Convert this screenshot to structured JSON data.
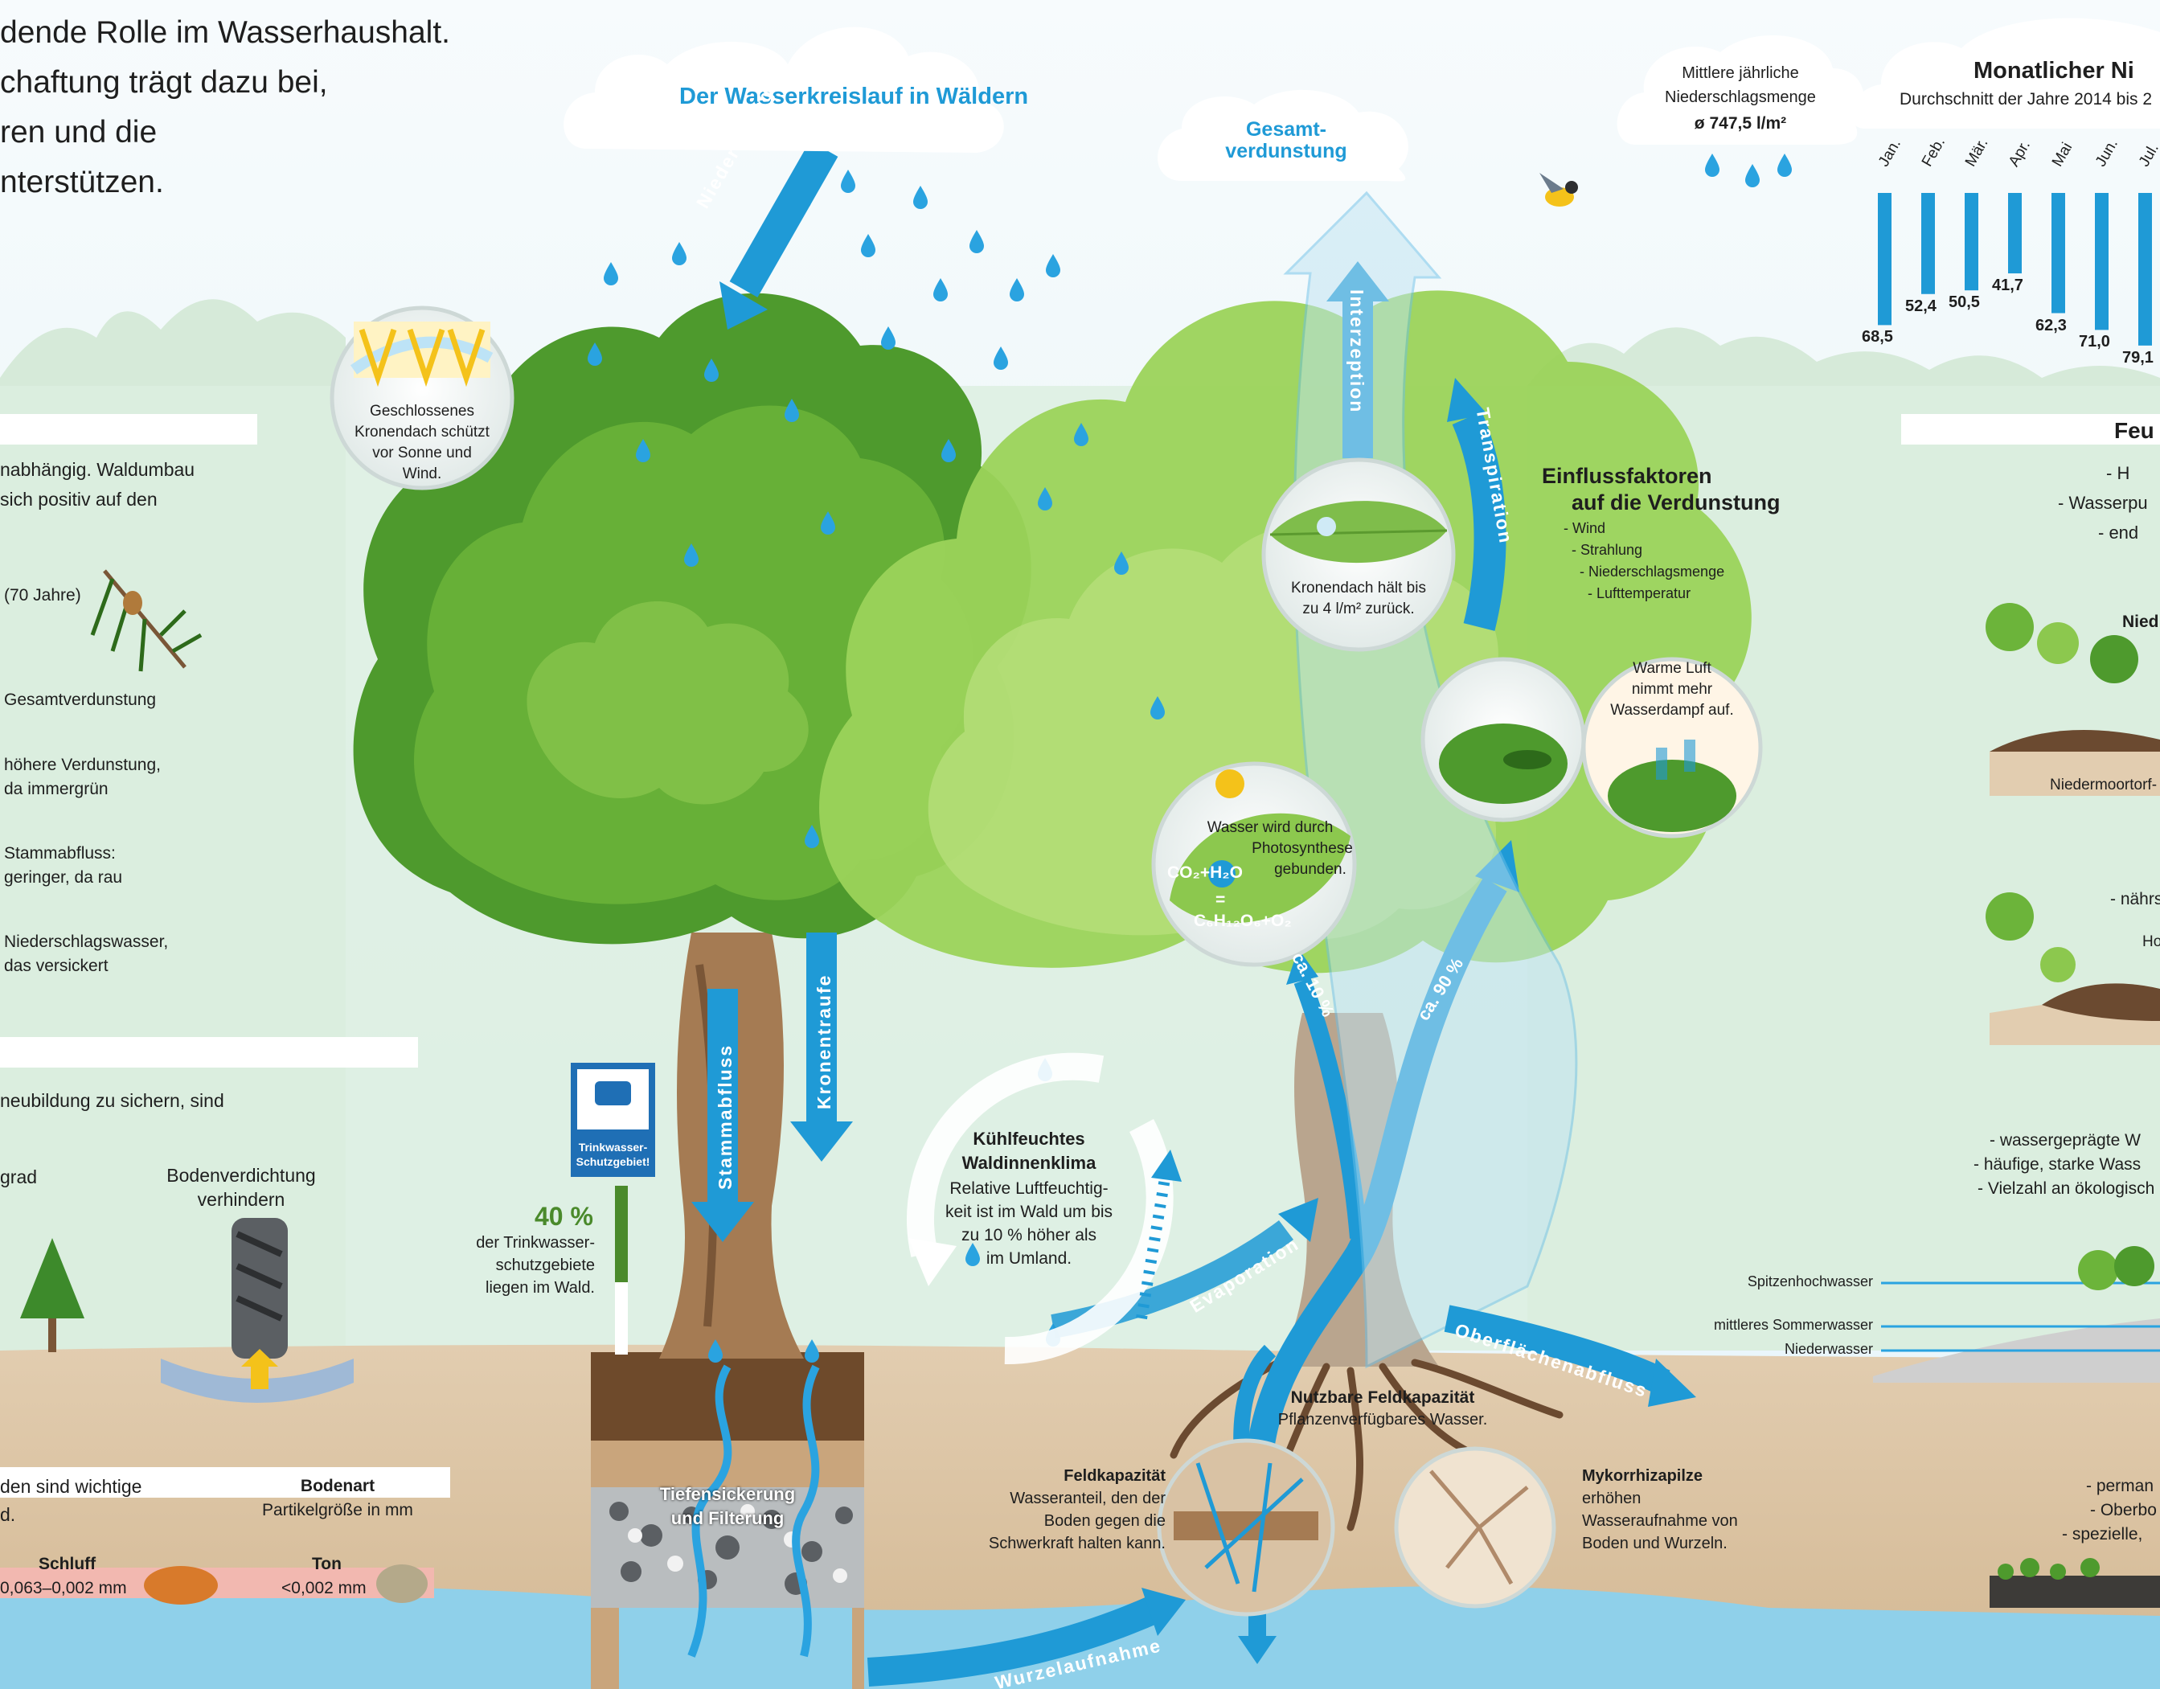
{
  "colors": {
    "water": "#1f9ad6",
    "tree_dark": "#4e9a2d",
    "tree_light": "#9bd35a",
    "soil": "#d9c2a4",
    "sky": "#eaf6fb",
    "accent_green": "#4a8a2b"
  },
  "intro": {
    "line1": "dende Rolle im Wasserhaushalt.",
    "line2": "chaftung trägt dazu bei,",
    "line3": "ren und die",
    "line4": "nterstützen."
  },
  "cloud_main": {
    "title": "Der Wasserkreislauf in Wäldern"
  },
  "cloud_evap": {
    "line1": "Gesamt-",
    "line2": "verdunstung"
  },
  "cloud_precip": {
    "line1": "Mittlere jährliche",
    "line2": "Niederschlagsmenge",
    "value": "ø 747,5 l/m²"
  },
  "monthly": {
    "title": "Monatlicher Ni",
    "subtitle": "Durchschnitt der Jahre 2014 bis 2",
    "months": [
      "Jan.",
      "Feb.",
      "Mär.",
      "Apr.",
      "Mai",
      "Jun.",
      "Jul."
    ],
    "values": [
      "68,5",
      "52,4",
      "50,5",
      "41,7",
      "62,3",
      "71,0",
      "79,1"
    ],
    "bar_values": [
      68.5,
      52.4,
      50.5,
      41.7,
      62.3,
      71.0,
      79.1
    ]
  },
  "flows": {
    "niederschlag": "Niederschlag",
    "stammabfluss": "Stammabfluss",
    "kronentraufe": "Kronentraufe",
    "interzeption": "Interzeption",
    "transpiration": "Transpiration",
    "evaporation": "Evaporation",
    "oberflaechenabfluss": "Oberflächenabfluss",
    "wurzelaufnahme": "Wurzelaufnahme",
    "ca10": "ca. 10 %",
    "ca90": "ca. 90 %"
  },
  "callouts": {
    "kronendach_schutz": [
      "Geschlossenes",
      "Kronendach schützt",
      "vor Sonne und",
      "Wind."
    ],
    "interzeption_info": [
      "Kronendach hält bis",
      "zu 4 l/m² zurück."
    ],
    "photosynthese": [
      "Wasser wird durch",
      "Photosynthese",
      "gebunden."
    ],
    "formula_top": "CO₂+H₂O",
    "formula_eq": "=",
    "formula_bottom": "C₆H₁₂O₆+O₂",
    "warme_luft": [
      "Warme Luft",
      "nimmt mehr",
      "Wasserdampf auf."
    ]
  },
  "einfluss": {
    "title1": "Einflussfaktoren",
    "title2": "auf die Verdunstung",
    "items": [
      "- Wind",
      "- Strahlung",
      "- Niederschlagsmenge",
      "- Lufttemperatur"
    ]
  },
  "klima": {
    "title1": "Kühlfeuchtes",
    "title2": "Waldinnenklima",
    "body": [
      "Relative Luftfeuchtig-",
      "keit ist im Wald um bis",
      "zu 10 % höher als",
      "im Umland."
    ]
  },
  "trinkwasser": {
    "sign": [
      "Trinkwasser-",
      "Schutzgebiet!"
    ],
    "percent": "40 %",
    "body": [
      "der Trinkwasser-",
      "schutzgebiete",
      "liegen im Wald."
    ]
  },
  "soil": {
    "tiefen1": "Tiefensickerung",
    "tiefen2": "und Filterung",
    "nutzbar_title": "Nutzbare Feldkapazität",
    "nutzbar_body": "Pflanzenverfügbares Wasser.",
    "feld_title": "Feldkapazität",
    "feld_body": [
      "Wasseranteil, den der",
      "Boden gegen die",
      "Schwerkraft halten kann."
    ],
    "myko_title": "Mykorrhizapilze",
    "myko_body": [
      "erhöhen",
      "Wasseraufnahme von",
      "Boden und Wurzeln."
    ]
  },
  "left": {
    "p1": [
      "nabhängig. Waldumbau",
      "sich positiv auf den"
    ],
    "jahre": "(70 Jahre)",
    "gesamt": "Gesamtverdunstung",
    "hoehere": [
      "höhere Verdunstung,",
      "da immergrün"
    ],
    "stamm": [
      "Stammabfluss:",
      "geringer, da rau"
    ],
    "nieder": [
      "Niederschlagswasser,",
      "das versickert"
    ],
    "neubildung": "neubildung zu sichern, sind",
    "grad": "grad",
    "verdichtung": [
      "Bodenverdichtung",
      "verhindern"
    ],
    "boden_sind": [
      "den sind wichtige",
      "d."
    ],
    "bodenart_title": "Bodenart",
    "bodenart_sub": "Partikelgröße in mm",
    "schluff": "Schluff",
    "schluff_val": "0,063–0,002 mm",
    "ton": "Ton",
    "ton_val": "<0,002 mm"
  },
  "right": {
    "feu": "Feu",
    "h": "- H",
    "wasserpu": "- Wasserpu",
    "end": "- end",
    "nied": "Nied",
    "niedermoor": "Niedermoortorf-",
    "naehr": "- nährstoff-",
    "ho": "Ho",
    "wasserg": "- wassergeprägte W",
    "haeufig": "- häufige, starke Wass",
    "vielzahl": "- Vielzahl an ökologisch",
    "spitzen": "Spitzenhochwasser",
    "mittleres": "mittleres Sommerwasser",
    "niederwasser": "Niederwasser",
    "perman": "- perman",
    "oberbo": "- Oberbo",
    "speziell": "- spezielle,"
  }
}
